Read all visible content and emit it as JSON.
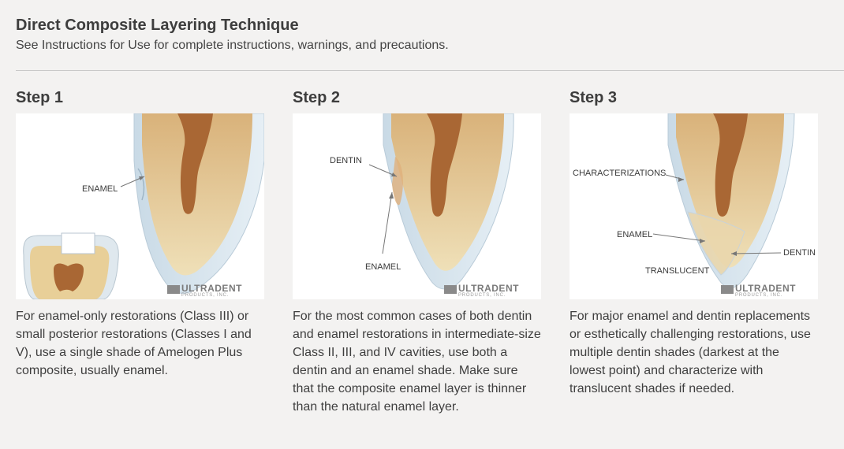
{
  "header": {
    "title": "Direct Composite Layering Technique",
    "subtitle": "See Instructions for Use for complete instructions, warnings, and precautions."
  },
  "brand": {
    "name": "ULTRADENT",
    "sub": "PRODUCTS, INC."
  },
  "steps": [
    {
      "title": "Step 1",
      "labels": {
        "enamel": "ENAMEL"
      },
      "caption": "For enamel-only restorations (Class III) or small posterior restorations (Classes I and V), use a single shade of Amelogen Plus composite, usually enamel."
    },
    {
      "title": "Step 2",
      "labels": {
        "dentin": "DENTIN",
        "enamel": "ENAMEL"
      },
      "caption": "For the most common cases of both dentin and enamel restorations in intermediate-size Class II, III, and IV cavities, use both a dentin and an enamel shade. Make sure that the composite enamel layer is thinner than the natural enamel layer."
    },
    {
      "title": "Step 3",
      "labels": {
        "characterizations": "CHARACTERIZATIONS",
        "enamel": "ENAMEL",
        "dentin": "DENTIN",
        "translucent": "TRANSLUCENT"
      },
      "caption": "For major enamel and dentin replacements or esthetically challenging restorations, use multiple dentin shades (darkest at the lowest point) and characterize with translucent shades if needed."
    }
  ],
  "colors": {
    "enamel": "#d9e6ef",
    "dentin": "#e8d3a6",
    "pulp": "#a96734",
    "background": "#f3f2f1"
  }
}
